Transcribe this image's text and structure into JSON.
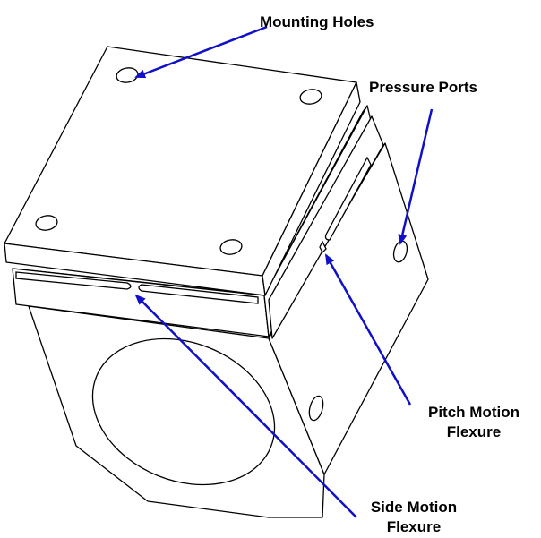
{
  "labels": {
    "mounting_holes": "Mounting Holes",
    "pressure_ports": "Pressure Ports",
    "pitch_motion": {
      "line1": "Pitch Motion",
      "line2": "Flexure"
    },
    "side_motion": {
      "line1": "Side Motion",
      "line2": "Flexure"
    }
  },
  "colors": {
    "arrow": "#1010c8",
    "outline": "#000000",
    "background": "#ffffff"
  }
}
